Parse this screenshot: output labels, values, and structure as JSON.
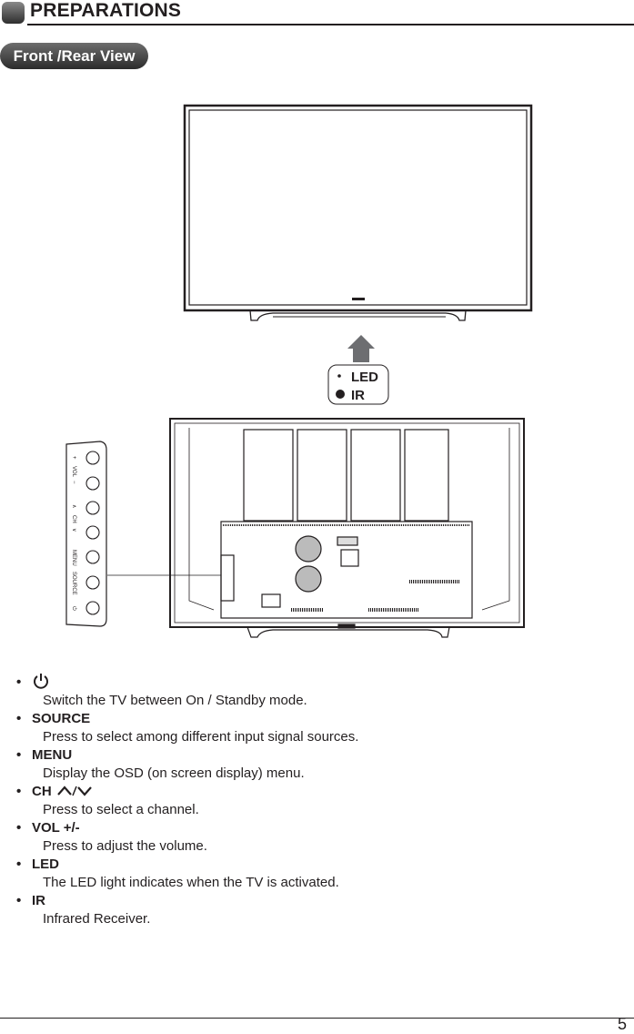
{
  "header": {
    "title": "PREPARATIONS"
  },
  "section": {
    "label": "Front /Rear View"
  },
  "indicator": {
    "led_label": "LED",
    "ir_label": "IR"
  },
  "side_panel": {
    "labels": [
      "+",
      "VOL",
      "−",
      "∧",
      "CH",
      "∨",
      "MENU",
      "SOURCE",
      "⏻"
    ]
  },
  "items": [
    {
      "icon": "power-icon",
      "label": "",
      "desc": "Switch the TV between On / Standby mode."
    },
    {
      "label": "SOURCE",
      "desc": "Press to select among different input signal sources."
    },
    {
      "label": "MENU",
      "desc": "Display the OSD (on screen display) menu."
    },
    {
      "label": "CH",
      "icon": "up-down-chevron-icon",
      "desc": "Press to select a channel."
    },
    {
      "label": "VOL +/-",
      "desc": "Press to adjust the volume."
    },
    {
      "label": "LED",
      "desc": "The LED light indicates when the TV is activated."
    },
    {
      "label": "IR",
      "desc": "Infrared Receiver."
    }
  ],
  "page_number": "5"
}
